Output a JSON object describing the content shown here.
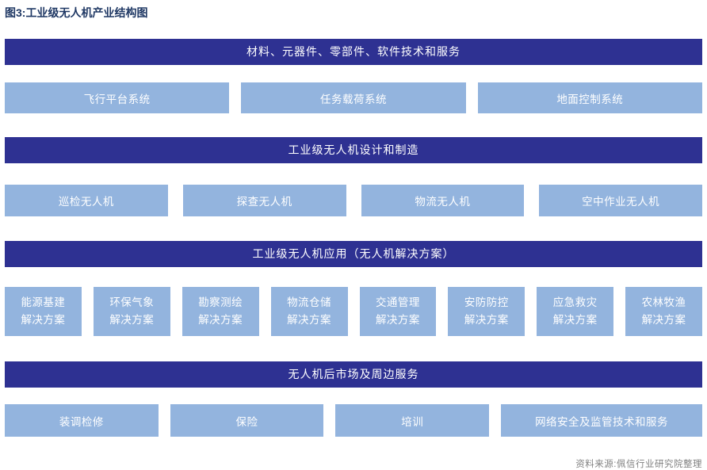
{
  "title": "图3:工业级无人机产业结构图",
  "source": "资料来源:佩信行业研究院整理",
  "colors": {
    "header_bg": "#2E3192",
    "box_bg": "#93B4DE",
    "title_color": "#1F3864",
    "source_color": "#808080"
  },
  "sections": [
    {
      "header": "材料、元器件、零部件、软件技术和服务",
      "items": [
        "飞行平台系统",
        "任务载荷系统",
        "地面控制系统"
      ]
    },
    {
      "header": "工业级无人机设计和制造",
      "items": [
        "巡检无人机",
        "探查无人机",
        "物流无人机",
        "空中作业无人机"
      ]
    },
    {
      "header": "工业级无人机应用（无人机解决方案）",
      "items": [
        "能源基建\n解决方案",
        "环保气象\n解决方案",
        "勘察测绘\n解决方案",
        "物流仓储\n解决方案",
        "交通管理\n解决方案",
        "安防防控\n解决方案",
        "应急救灾\n解决方案",
        "农林牧渔\n解决方案"
      ]
    },
    {
      "header": "无人机后市场及周边服务",
      "items": [
        "装调检修",
        "保险",
        "培训",
        "网络安全及监管技术和服务"
      ]
    }
  ]
}
